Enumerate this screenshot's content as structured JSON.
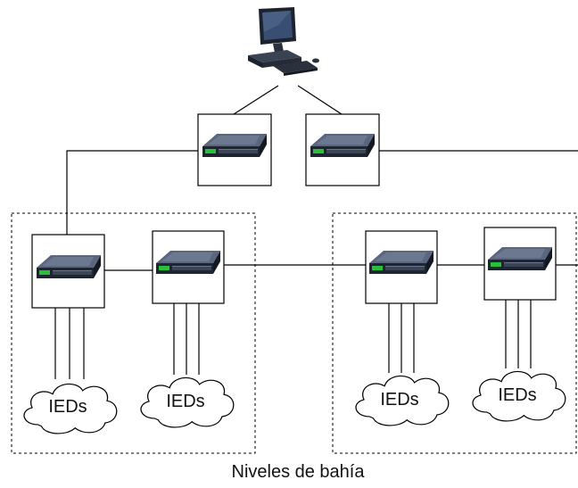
{
  "caption": "Niveles de bahía",
  "cloud_label": "IEDs",
  "icons": {
    "computer": "desktop-computer-icon",
    "switch": "network-switch-icon",
    "cloud": "cloud-shape"
  },
  "colors": {
    "line": "#000000",
    "switch_body": "#2b3442",
    "switch_top": "#56627a",
    "switch_front": "#1c222c",
    "switch_led": "#2bbf3a",
    "monitor": "#1d232e",
    "screen": "#3a4e73"
  }
}
